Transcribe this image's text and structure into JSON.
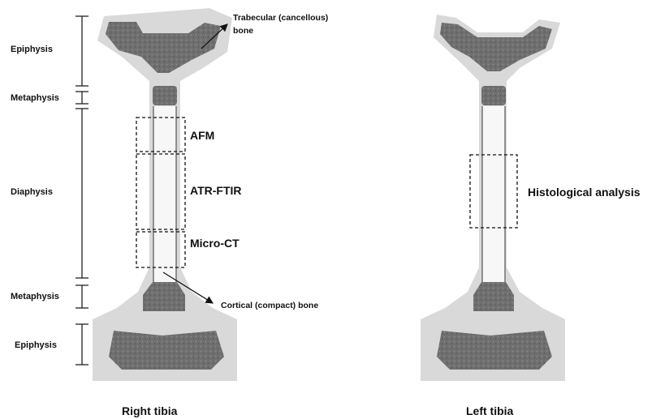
{
  "colors": {
    "periosteum": "#d9d9d9",
    "cortical": "#f0f0f0",
    "trabecular": "#6f6f6f",
    "outline": "#555555",
    "line": "#111111"
  },
  "regions": {
    "epiphysis_top": "Epiphysis",
    "metaphysis_top": "Metaphysis",
    "diaphysis": "Diaphysis",
    "metaphysis_bottom": "Metaphysis",
    "epiphysis_bottom": "Epiphysis"
  },
  "annotations": {
    "trabecular_line1": "Trabecular (cancellous)",
    "trabecular_line2": "bone",
    "cortical": "Cortical (compact) bone"
  },
  "methods": {
    "afm": "AFM",
    "atr_ftir": "ATR-FTIR",
    "micro_ct": "Micro-CT",
    "histology": "Histological analysis"
  },
  "captions": {
    "right": "Right tibia",
    "left": "Left tibia"
  }
}
